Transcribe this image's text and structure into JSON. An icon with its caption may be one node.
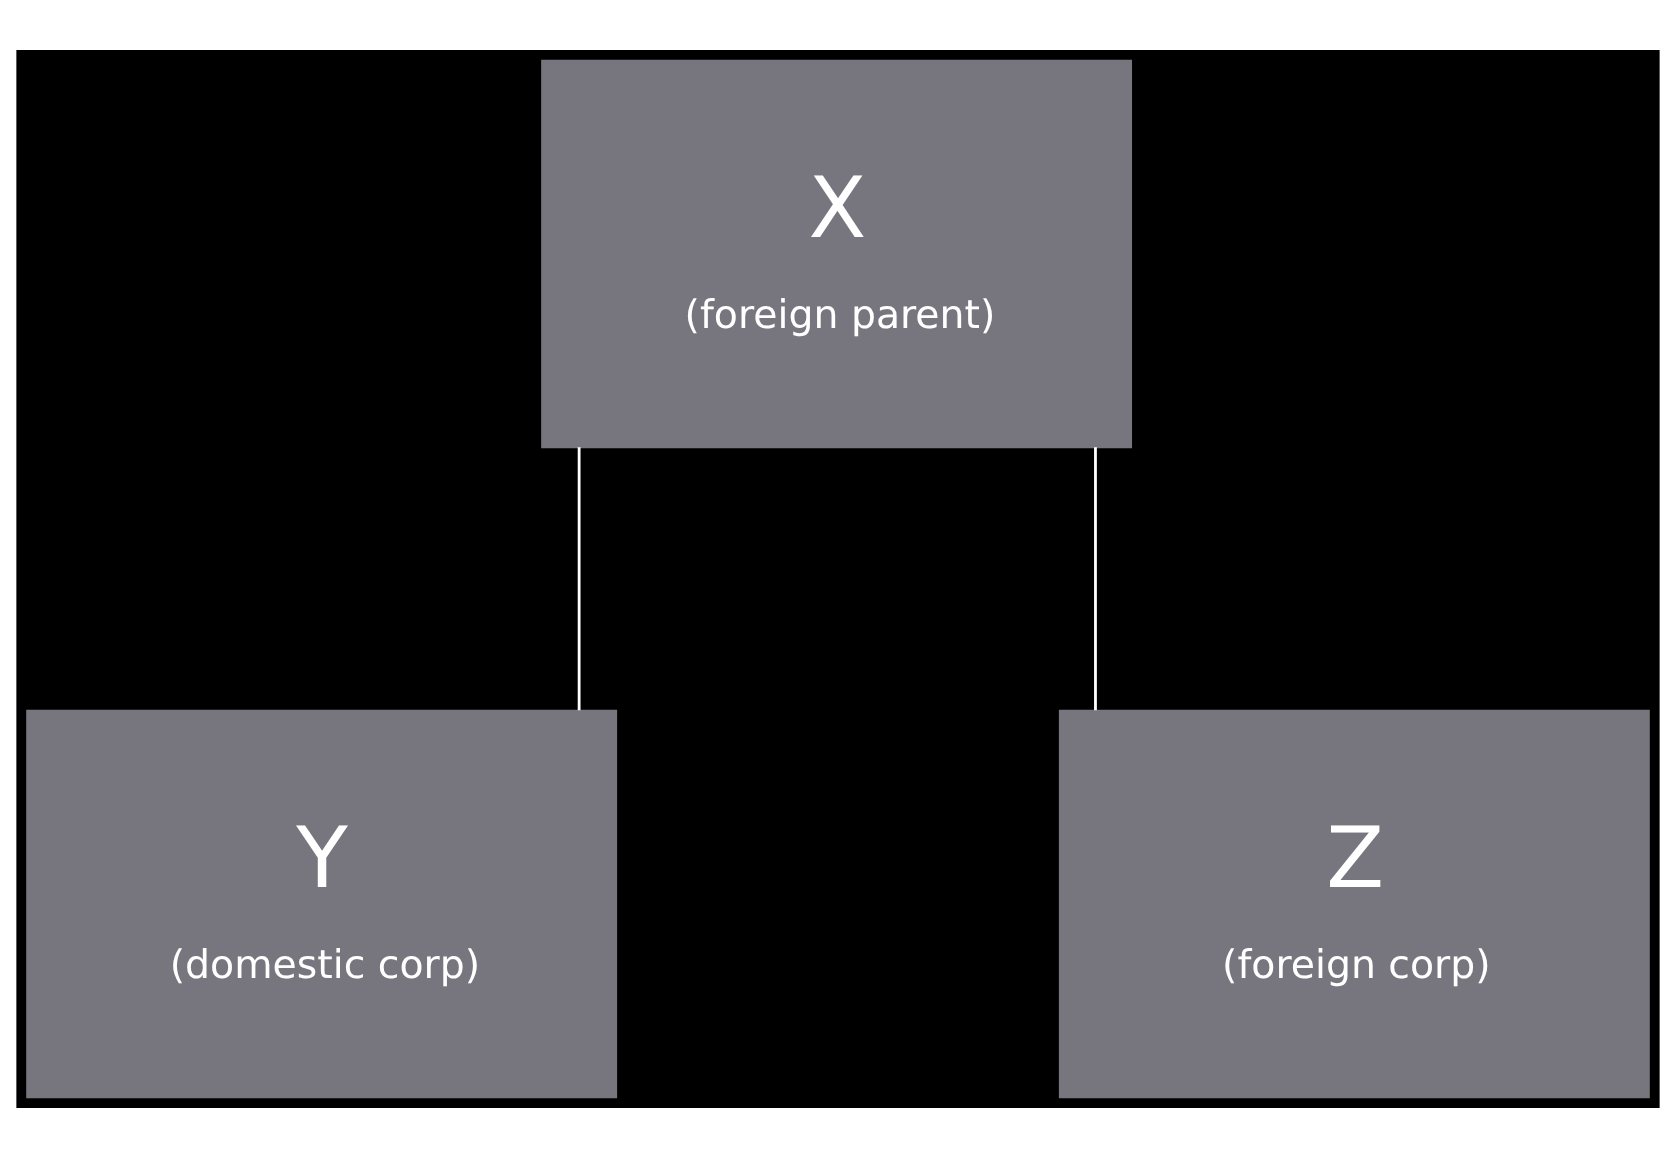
{
  "diagram": {
    "nodes": [
      {
        "text": [
          "X",
          "(foreign parent)"
        ]
      },
      {
        "text": [
          "Y",
          "(domestic corp)"
        ]
      },
      {
        "text": [
          "Z",
          "(foreign corp)"
        ]
      }
    ],
    "edges": [
      {
        "from": 0,
        "to": 1,
        "arrow": "none"
      },
      {
        "from": 0,
        "to": 2,
        "arrow": "none"
      }
    ]
  }
}
